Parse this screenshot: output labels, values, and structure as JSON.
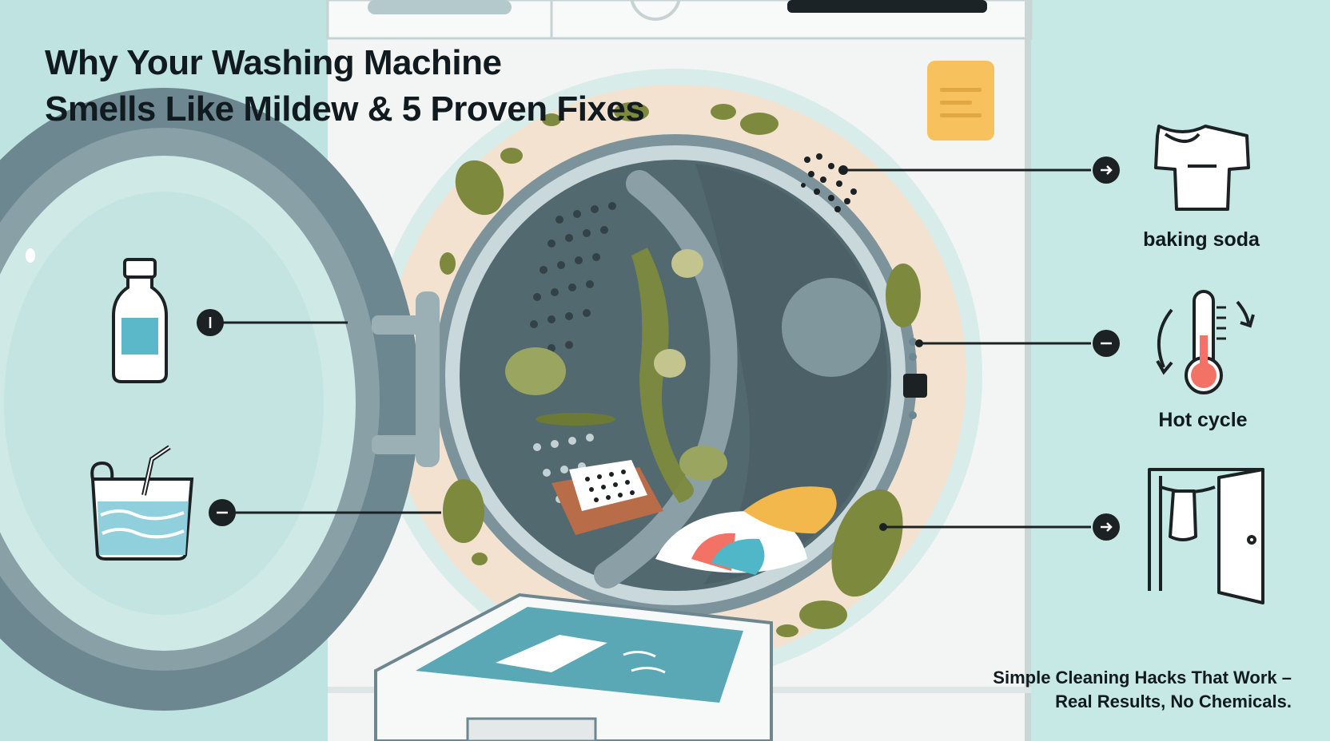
{
  "header": {
    "title_line_1": "Why Your Washing Machine",
    "title_line_2": "Smells Like Mildew & 5 Proven Fixes"
  },
  "callouts": [
    {
      "label": "baking soda",
      "icon": "shirt-icon"
    },
    {
      "label": "Hot cycle",
      "icon": "thermometer-icon"
    },
    {
      "label": "",
      "icon": "open-door-icon"
    }
  ],
  "left_icons": [
    "vinegar-bottle-icon",
    "water-bucket-icon"
  ],
  "footer": {
    "tagline_line_1": "Simple Cleaning Hacks That Work –",
    "tagline_line_2": "Real Results, No Chemicals."
  },
  "colors": {
    "background": "#bfe3e0",
    "machine": "#f4f6f5",
    "drum_gray": "#6d8791",
    "mildew": "#7d8a3d",
    "text": "#111b1f"
  }
}
